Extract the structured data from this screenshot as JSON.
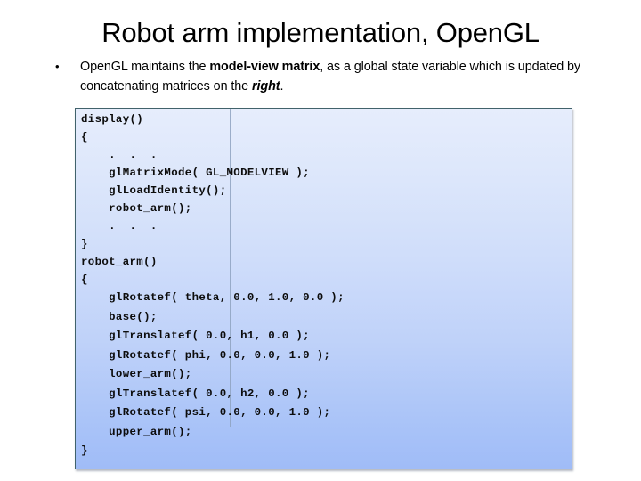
{
  "slide": {
    "title": "Robot arm implementation, OpenGL",
    "bullet_marker": "•",
    "bullet_text_plain": "OpenGL maintains the model-view matrix, as  a global state variable which is updated by concatenating matrices on the right.",
    "bullet_text_parts": {
      "lead": "OpenGL maintains the ",
      "bold": "model-view matrix",
      "middle": ", as  a global state variable which is updated by concatenating matrices on the ",
      "italic": "right",
      "tail": "."
    }
  },
  "code_block": {
    "language": "c",
    "lines": [
      "display()",
      "{",
      "    .  .  .",
      "    glMatrixMode( GL_MODELVIEW );",
      "    glLoadIdentity();",
      "    robot_arm();",
      "    .  .  .",
      "}",
      "robot_arm()",
      "{",
      "    glRotatef( theta, 0.0, 1.0, 0.0 );",
      "    base();",
      "    glTranslatef( 0.0, h1, 0.0 );",
      "    glRotatef( phi, 0.0, 0.0, 1.0 );",
      "    lower_arm();",
      "    glTranslatef( 0.0, h2, 0.0 );",
      "    glRotatef( psi, 0.0, 0.0, 1.0 );",
      "    upper_arm();",
      "}"
    ]
  },
  "colors": {
    "code_border": "#41626b",
    "code_bg_top": "#e6edfc",
    "code_bg_bottom": "#a0bcf7",
    "code_divider": "#8ea2bf",
    "text": "#000000"
  }
}
